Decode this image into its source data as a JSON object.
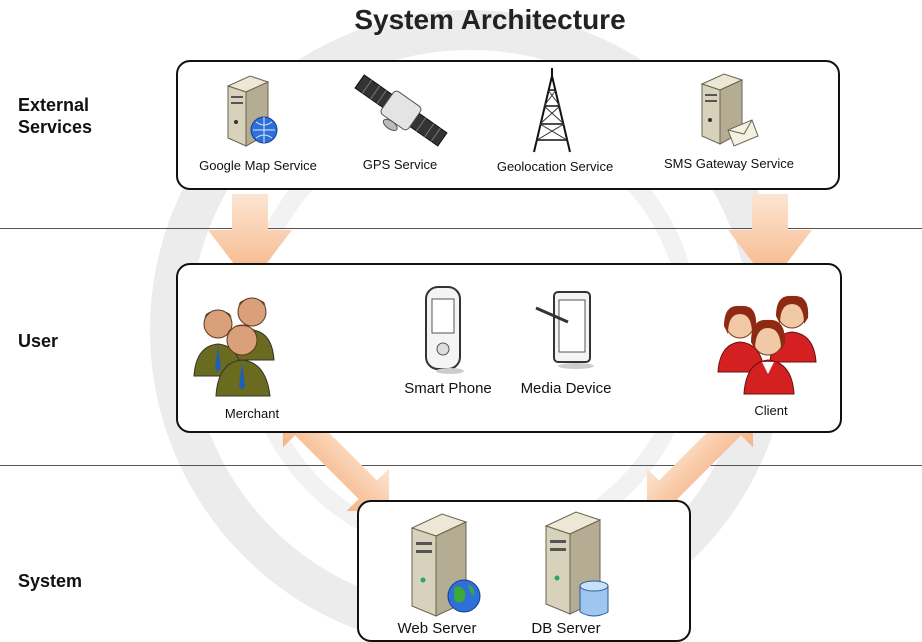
{
  "title": "System Architecture",
  "rows": {
    "external_line1": "External",
    "external_line2": "Services",
    "user": "User",
    "system": "System"
  },
  "external_services": {
    "google_map": "Google Map Service",
    "gps": "GPS Service",
    "geolocation": "Geolocation Service",
    "sms_gateway": "SMS Gateway Service"
  },
  "user_layer": {
    "merchant": "Merchant",
    "smart_phone": "Smart Phone",
    "media_device": "Media Device",
    "client": "Client"
  },
  "system_layer": {
    "web_server": "Web Server",
    "db_server": "DB Server"
  },
  "colors": {
    "arrow": "#f6c09a",
    "panel_border": "#111111",
    "server_body": "#d8d2bc"
  }
}
